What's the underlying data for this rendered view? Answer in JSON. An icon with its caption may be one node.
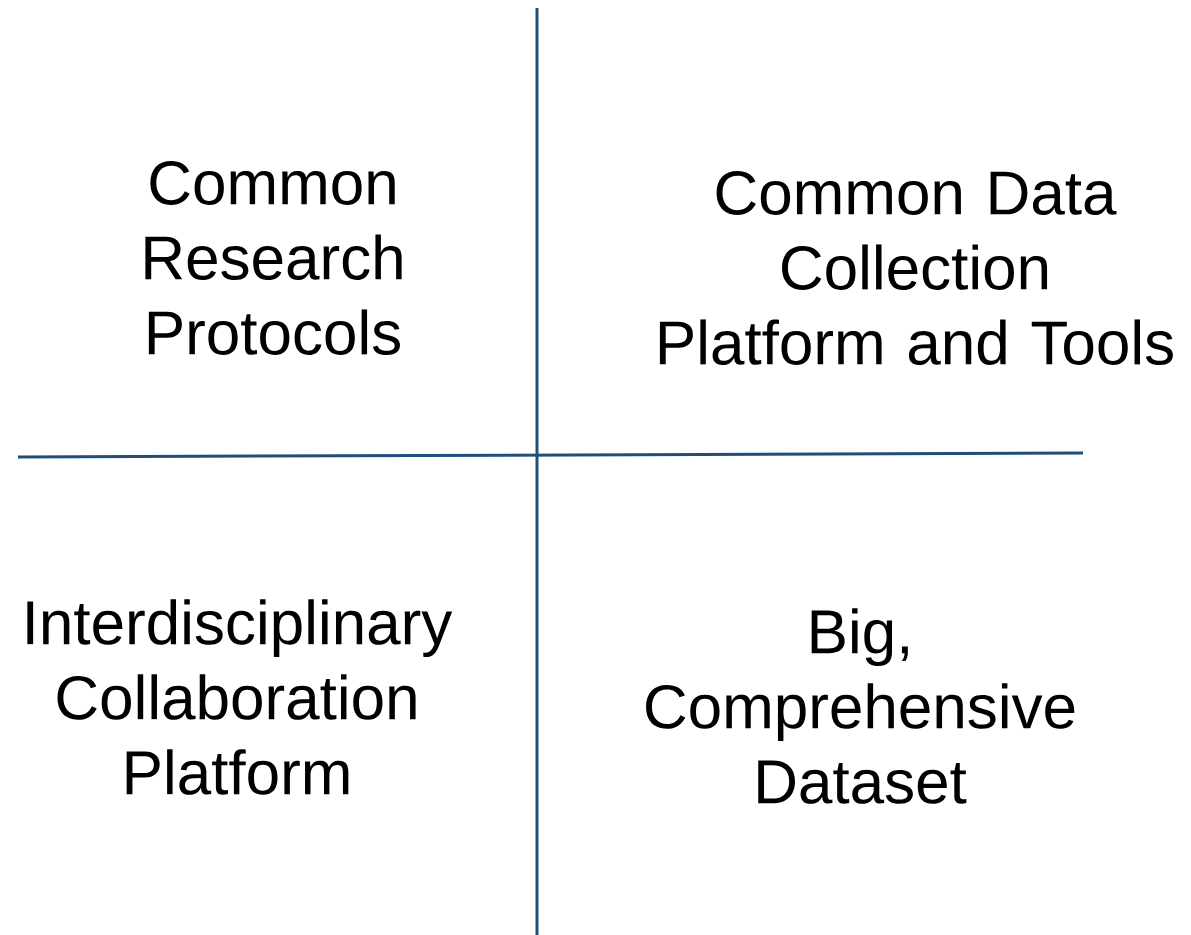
{
  "diagram": {
    "labels": [
      "Common Research Protocols",
      "Common Data Collection Platform and Tools",
      "Interdisciplinary Collaboration Platform",
      "Big, Comprehensive Dataset"
    ]
  }
}
